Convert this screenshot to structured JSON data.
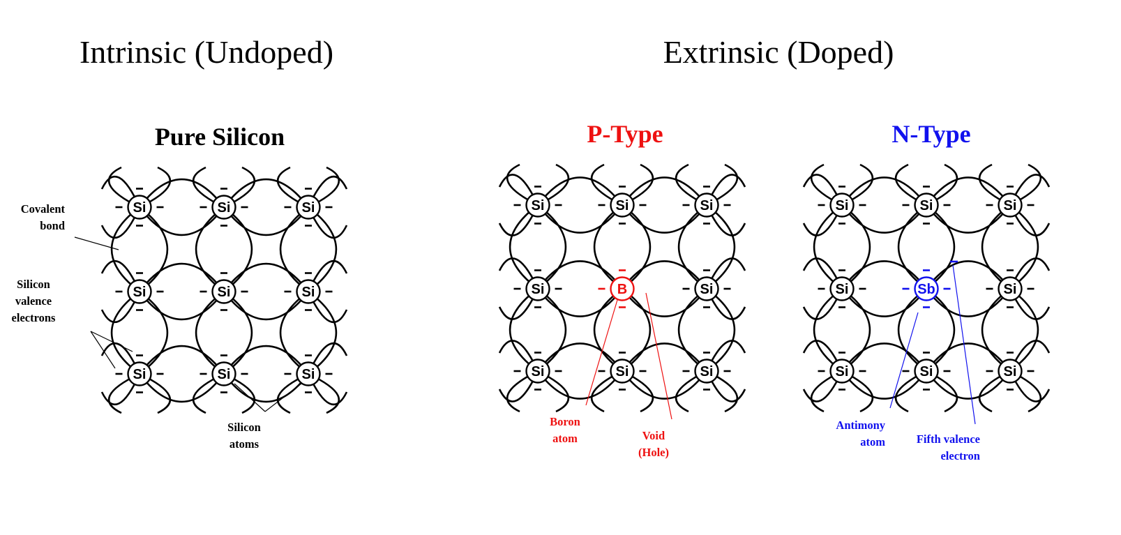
{
  "headings": {
    "intrinsic": "Intrinsic (Undoped)",
    "extrinsic": "Extrinsic (Doped)"
  },
  "colors": {
    "black": "#000000",
    "p_type": "#ee1111",
    "n_type": "#1111ee"
  },
  "panels": [
    {
      "id": "pure",
      "title": "Pure Silicon",
      "color": "#000000",
      "atom_label": "Si",
      "dopant": null,
      "annotations": [
        {
          "id": "covalent-bond",
          "lines": [
            "Covalent",
            "bond"
          ],
          "align": "end"
        },
        {
          "id": "silicon-valence-electrons",
          "lines": [
            "Silicon",
            "valence",
            "electrons"
          ],
          "align": "middle"
        },
        {
          "id": "silicon-atoms",
          "lines": [
            "Silicon",
            "atoms"
          ],
          "align": "middle"
        }
      ]
    },
    {
      "id": "ptype",
      "title": "P-Type",
      "color": "#ee1111",
      "atom_label": "Si",
      "dopant": {
        "label": "B",
        "color": "#ee1111",
        "missing_electron": "right",
        "extra_electron": false
      },
      "annotations": [
        {
          "id": "boron-atom",
          "lines": [
            "Boron",
            "atom"
          ],
          "align": "middle"
        },
        {
          "id": "void-hole",
          "lines": [
            "Void",
            "(Hole)"
          ],
          "align": "middle"
        }
      ]
    },
    {
      "id": "ntype",
      "title": "N-Type",
      "color": "#1111ee",
      "atom_label": "Si",
      "dopant": {
        "label": "Sb",
        "color": "#1111ee",
        "missing_electron": null,
        "extra_electron": true
      },
      "annotations": [
        {
          "id": "antimony-atom",
          "lines": [
            "Antimony",
            "atom"
          ],
          "align": "end"
        },
        {
          "id": "fifth-valence-electron",
          "lines": [
            "Fifth valence",
            "electron"
          ],
          "align": "end"
        }
      ]
    }
  ]
}
